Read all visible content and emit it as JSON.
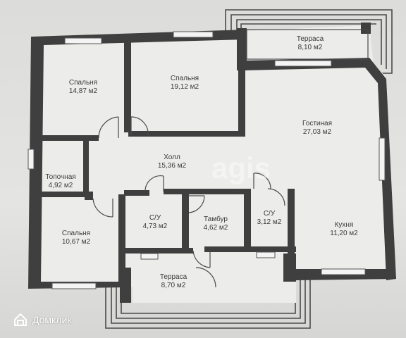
{
  "rooms": [
    {
      "id": "bedroom1",
      "name": "Спальня",
      "area": "14,87 м2"
    },
    {
      "id": "bedroom2",
      "name": "Спальня",
      "area": "19,12 м2"
    },
    {
      "id": "terrace_top",
      "name": "Терраса",
      "area": "8,10 м2"
    },
    {
      "id": "living",
      "name": "Гостиная",
      "area": "27,03 м2"
    },
    {
      "id": "hall",
      "name": "Холл",
      "area": "15,36 м2"
    },
    {
      "id": "boiler",
      "name": "Топочная",
      "area": "4,92 м2"
    },
    {
      "id": "bedroom3",
      "name": "Спальня",
      "area": "10,67 м2"
    },
    {
      "id": "bath1",
      "name": "С/У",
      "area": "4,73 м2"
    },
    {
      "id": "vestibule",
      "name": "Тамбур",
      "area": "4,62 м2"
    },
    {
      "id": "bath2",
      "name": "С/У",
      "area": "3,12 м2"
    },
    {
      "id": "kitchen",
      "name": "Кухня",
      "area": "11,20 м2"
    },
    {
      "id": "terrace_bottom",
      "name": "Терраса",
      "area": "8,70 м2"
    }
  ],
  "watermark": "agis",
  "brand": {
    "name": "Домклик"
  },
  "colors": {
    "wall": "#3f3f3f",
    "floor": "#ececea",
    "window": "#f4f4f4",
    "line": "#555555",
    "brand": "#ffffff"
  }
}
